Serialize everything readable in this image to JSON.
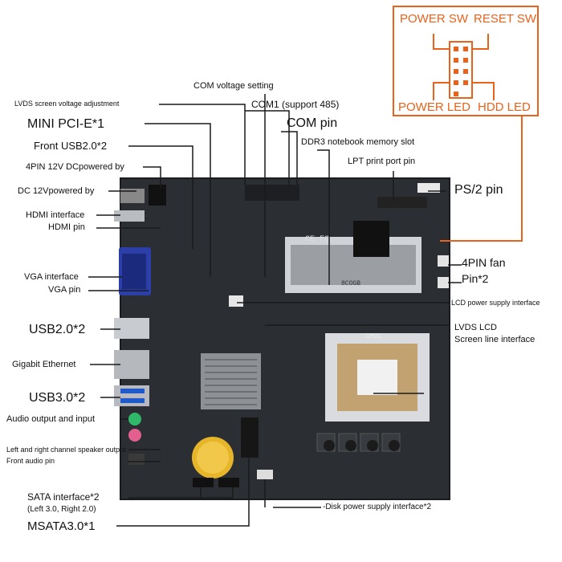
{
  "colors": {
    "accent": "#e8621c",
    "board": "#2a2d31",
    "line": "#e8621c"
  },
  "panel": {
    "power_sw": "POWER SW",
    "reset_sw": "RESET SW",
    "power_led": "POWER LED",
    "hdd_led": "HDD  LED"
  },
  "labels": {
    "com_voltage": "COM voltage setting",
    "lvds_voltage": "LVDS screen voltage adjustment",
    "com1": "COM1 (support 485)",
    "mini_pcie": "MINI PCI-E*1",
    "com_pin": "COM pin",
    "front_usb": "Front USB2.0*2",
    "ddr3": "DDR3 notebook memory slot",
    "pin4_12v": "4PIN 12V DCpowered by",
    "lpt": "LPT print port pin",
    "dc12v": "DC 12Vpowered by",
    "ps2": "PS/2 pin",
    "hdmi_if": "HDMI interface",
    "hdmi_pin": "HDMI pin",
    "fan_1": "4PIN fan",
    "fan_2": "Pin*2",
    "vga_if": "VGA interface",
    "vga_pin": "VGA pin",
    "lcd_power": "LCD power supply interface",
    "usb2": "USB2.0*2",
    "lvds_lcd_1": "LVDS LCD",
    "lvds_lcd_2": "Screen line interface",
    "gigabit": "Gigabit Ethernet",
    "usb3": "USB3.0*2",
    "audio": "Audio output and input",
    "speaker": "Left and right channel speaker output",
    "front_audio": "Front audio pin",
    "sata_1": "SATA interface*2",
    "sata_2": "(Left 3.0, Right 2.0)",
    "disk_power": "-Disk power supply interface*2",
    "msata": "MSATA3.0*1"
  },
  "board_marks": {
    "cpu": "CPU1",
    "ram": "8COGB",
    "fcc": "CE FC"
  }
}
